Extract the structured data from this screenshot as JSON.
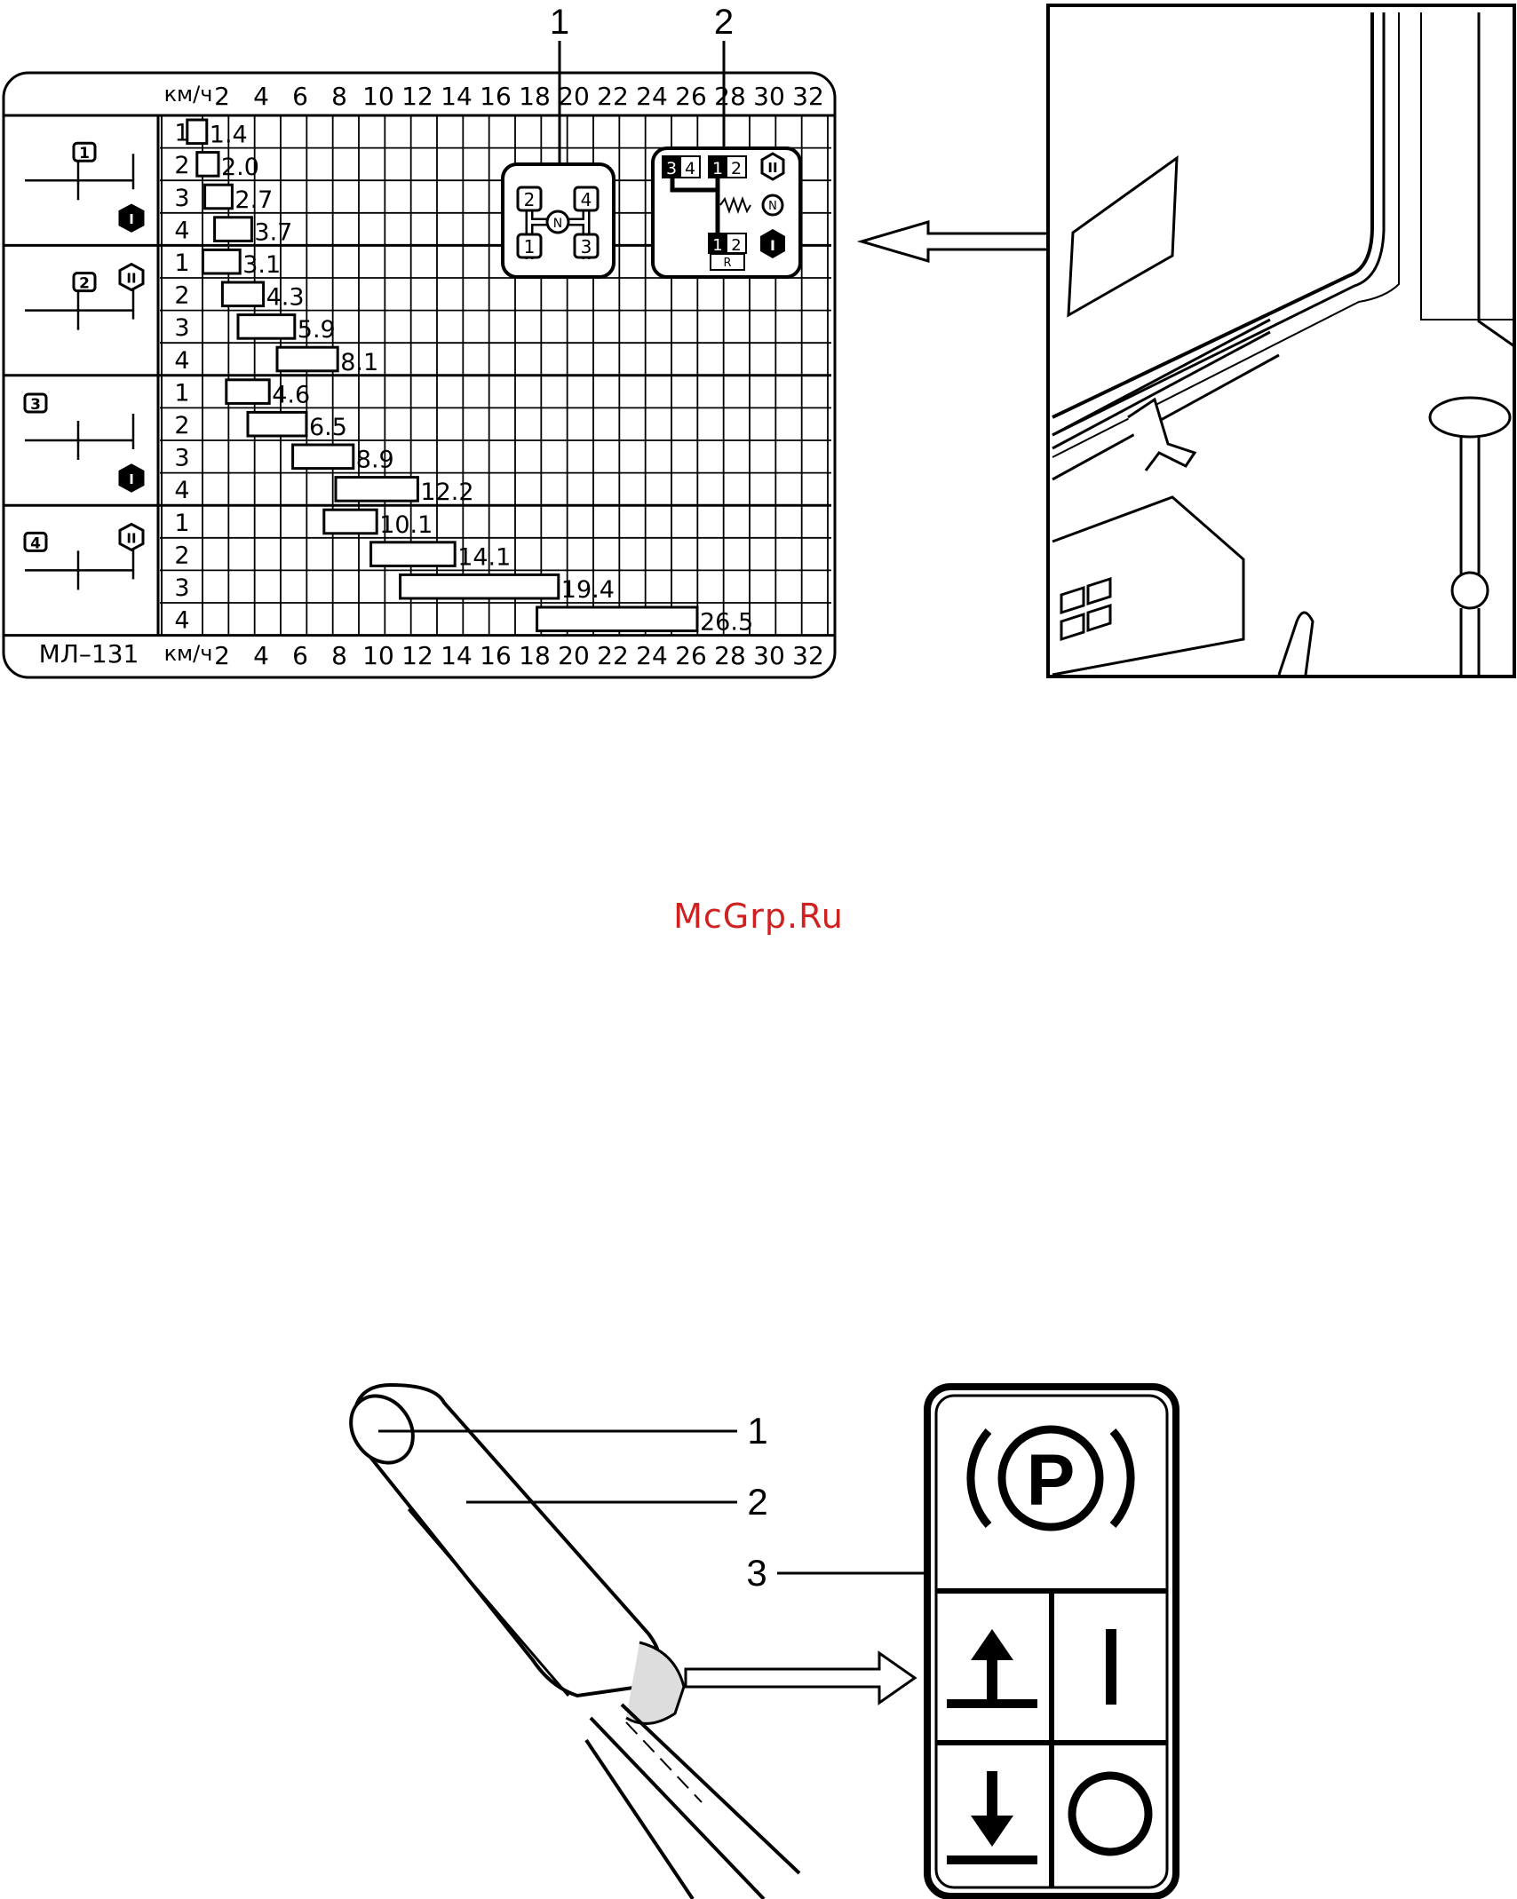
{
  "watermark": "McGrp.Ru",
  "top_figure": {
    "callouts": [
      "1",
      "2"
    ],
    "chart": {
      "unit_label": "км/ч",
      "model_label": "МЛ–131",
      "scale_labels": [
        "2",
        "4",
        "6",
        "8",
        "10",
        "12",
        "14",
        "16",
        "18",
        "20",
        "22",
        "24",
        "26",
        "28",
        "30",
        "32"
      ],
      "groups": [
        {
          "badge": "1",
          "range": "I",
          "gears": [
            "1",
            "2",
            "3",
            "4"
          ]
        },
        {
          "badge": "2",
          "range": "II",
          "gears": [
            "1",
            "2",
            "3",
            "4"
          ]
        },
        {
          "badge": "3",
          "range": "I",
          "gears": [
            "1",
            "2",
            "3",
            "4"
          ]
        },
        {
          "badge": "4",
          "range": "II",
          "gears": [
            "1",
            "2",
            "3",
            "4"
          ]
        }
      ]
    },
    "schematic_1": {
      "positions": [
        "2",
        "4",
        "N",
        "1",
        "3"
      ]
    },
    "schematic_2": {
      "labels": [
        "3",
        "4",
        "1",
        "2",
        "II",
        "N",
        "1",
        "2",
        "R",
        "I"
      ]
    }
  },
  "chart_data": {
    "type": "bar",
    "title": "",
    "xlabel": "км/ч",
    "ylabel": "",
    "xlim": [
      0,
      32
    ],
    "categories": [
      "1",
      "2",
      "3",
      "4",
      "1",
      "2",
      "3",
      "4",
      "1",
      "2",
      "3",
      "4",
      "1",
      "2",
      "3",
      "4"
    ],
    "series": [
      {
        "values": [
          1.4,
          2.0,
          2.7,
          3.7,
          3.1,
          4.3,
          5.9,
          8.1,
          4.6,
          6.5,
          8.9,
          12.2,
          10.1,
          14.1,
          19.4,
          26.5
        ]
      }
    ],
    "value_labels": [
      "1.4",
      "2.0",
      "2.7",
      "3.7",
      "3.1",
      "4.3",
      "5.9",
      "8.1",
      "4.6",
      "6.5",
      "8.9",
      "12.2",
      "10.1",
      "14.1",
      "19.4",
      "26.5"
    ],
    "bar_ranges": [
      [
        0.4,
        1.4
      ],
      [
        0.9,
        2.0
      ],
      [
        1.3,
        2.7
      ],
      [
        1.8,
        3.7
      ],
      [
        1.2,
        3.1
      ],
      [
        2.2,
        4.3
      ],
      [
        3.0,
        5.9
      ],
      [
        5.0,
        8.1
      ],
      [
        2.4,
        4.6
      ],
      [
        3.5,
        6.5
      ],
      [
        5.8,
        8.9
      ],
      [
        8.0,
        12.2
      ],
      [
        7.4,
        10.1
      ],
      [
        9.8,
        14.1
      ],
      [
        11.3,
        19.4
      ],
      [
        18.3,
        26.5
      ]
    ],
    "grid": true
  },
  "bottom_figure": {
    "callouts": [
      "1",
      "2",
      "3"
    ],
    "panel": {
      "park_symbol": "P",
      "cells": [
        "up-arrow",
        "I",
        "down-arrow",
        "O"
      ],
      "on_label": "I"
    }
  }
}
